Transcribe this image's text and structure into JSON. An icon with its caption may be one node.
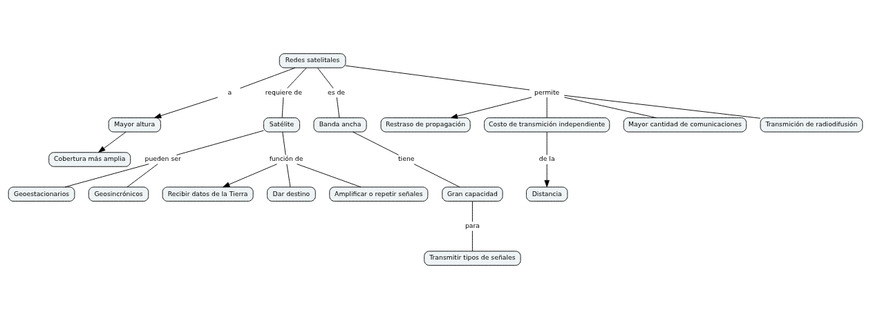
{
  "diagram": {
    "nodes": [
      {
        "text": [
          "Redes satelitales"
        ]
      },
      {
        "text": [
          "a"
        ]
      },
      {
        "text": [
          "Mayor altura"
        ]
      },
      {
        "text": [
          "Cobertura más amplia"
        ]
      },
      {
        "text": [
          "requiere de"
        ]
      },
      {
        "text": [
          "Satélite"
        ]
      },
      {
        "text": [
          "pueden ser"
        ]
      },
      {
        "text": [
          "Geoestacionarios"
        ]
      },
      {
        "text": [
          "Geosincrónicos"
        ]
      },
      {
        "text": [
          "función de"
        ]
      },
      {
        "text": [
          "Recibir datos de la Tierra"
        ]
      },
      {
        "text": [
          "Dar destino"
        ]
      },
      {
        "text": [
          "Amplificar o repetir señales"
        ]
      },
      {
        "text": [
          "es de"
        ]
      },
      {
        "text": [
          "Banda ancha"
        ]
      },
      {
        "text": [
          "tiene"
        ]
      },
      {
        "text": [
          "Gran capacidad"
        ]
      },
      {
        "text": [
          "para"
        ]
      },
      {
        "text": [
          "Transmitir tipos de señales"
        ]
      },
      {
        "text": [
          "permite"
        ]
      },
      {
        "text": [
          "Restraso de propagación"
        ]
      },
      {
        "text": [
          "Costo de transmición independiente"
        ]
      },
      {
        "text": [
          "de la"
        ]
      },
      {
        "text": [
          "Distancia"
        ]
      },
      {
        "text": [
          "Mayor cantidad de comunicaciones"
        ]
      },
      {
        "text": [
          "Transmición de radiodifusión"
        ]
      }
    ],
    "edges": [
      {
        "from": 0,
        "to": 1,
        "arrow": "none"
      },
      {
        "from": 1,
        "to": 2,
        "arrow": "to"
      },
      {
        "from": 2,
        "to": 3,
        "arrow": "to"
      },
      {
        "from": 0,
        "to": 4,
        "arrow": "none"
      },
      {
        "from": 4,
        "to": 5,
        "arrow": "none"
      },
      {
        "from": 5,
        "to": 6,
        "arrow": "none"
      },
      {
        "from": 6,
        "to": 7,
        "arrow": "none"
      },
      {
        "from": 6,
        "to": 8,
        "arrow": "none"
      },
      {
        "from": 5,
        "to": 9,
        "arrow": "none"
      },
      {
        "from": 9,
        "to": 10,
        "arrow": "to"
      },
      {
        "from": 9,
        "to": 11,
        "arrow": "none"
      },
      {
        "from": 9,
        "to": 12,
        "arrow": "none"
      },
      {
        "from": 0,
        "to": 13,
        "arrow": "none"
      },
      {
        "from": 13,
        "to": 14,
        "arrow": "none"
      },
      {
        "from": 14,
        "to": 15,
        "arrow": "none"
      },
      {
        "from": 15,
        "to": 16,
        "arrow": "none"
      },
      {
        "from": 16,
        "to": 17,
        "arrow": "none"
      },
      {
        "from": 17,
        "to": 18,
        "arrow": "none"
      },
      {
        "from": 0,
        "to": 19,
        "arrow": "none"
      },
      {
        "from": 19,
        "to": 20,
        "arrow": "to"
      },
      {
        "from": 19,
        "to": 21,
        "arrow": "none"
      },
      {
        "from": 21,
        "to": 22,
        "arrow": "none"
      },
      {
        "from": 22,
        "to": 23,
        "arrow": "to"
      },
      {
        "from": 19,
        "to": 24,
        "arrow": "none"
      },
      {
        "from": 19,
        "to": 25,
        "arrow": "none"
      }
    ]
  }
}
